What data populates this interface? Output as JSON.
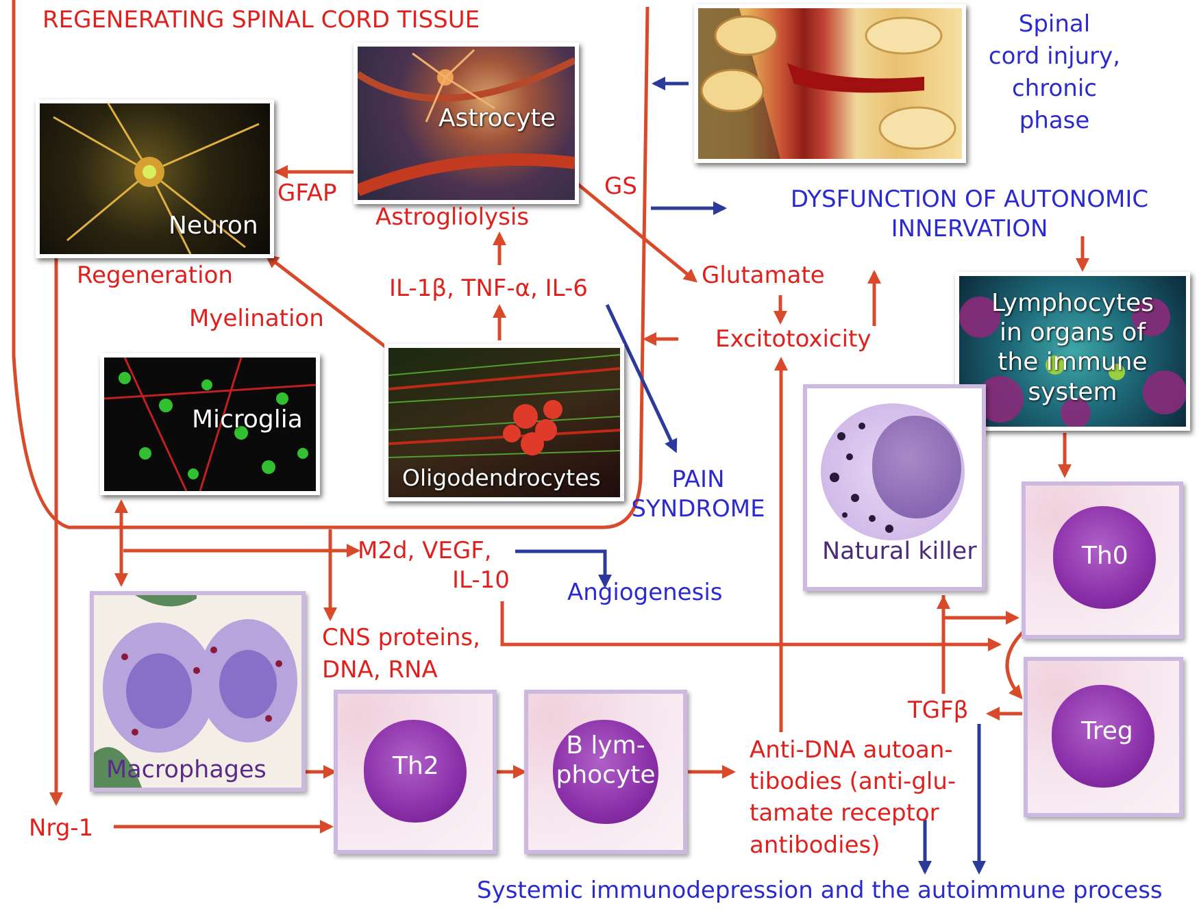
{
  "labels": {
    "regen_tissue": "REGENERATING SPINAL CORD TISSUE",
    "sci_chronic": [
      "Spinal",
      "cord injury,",
      "chronic",
      "phase"
    ],
    "gfap": "GFAP",
    "gs": "GS",
    "astrogliolysis": "Astrogliolysis",
    "dysfunction": [
      "DYSFUNCTION OF AUTONOMIC",
      "INNERVATION"
    ],
    "regeneration": "Regeneration",
    "cytokines": "IL-1β, TNF-α, IL-6",
    "glutamate": "Glutamate",
    "myelination": "Myelination",
    "excitotoxicity": "Excitotoxicity",
    "pain": [
      "PAIN",
      "SYNDROME"
    ],
    "m2d": [
      "M2d, VEGF,",
      "IL-10"
    ],
    "angiogenesis": "Angiogenesis",
    "cns_proteins": [
      "CNS proteins,",
      "DNA, RNA"
    ],
    "tgfb": "TGFβ",
    "anti_dna": [
      "Anti-DNA autoan-",
      "tibodies (anti-glu-",
      "tamate receptor",
      "antibodies)"
    ],
    "nrg1": "Nrg-1",
    "systemic": "Systemic immunodepression and the autoimmune process"
  },
  "cards": {
    "astrocyte": "Astrocyte",
    "neuron": "Neuron",
    "microglia": "Microglia",
    "oligodendrocytes": "Oligodendrocytes",
    "lymphocytes": [
      "Lymphocytes",
      "in organs of",
      "the immune",
      "system"
    ],
    "natural_killer": "Natural killer",
    "th0": "Th0",
    "treg": "Treg",
    "macrophages": "Macrophages",
    "th2": "Th2",
    "b_lymphocyte": [
      "B lym-",
      "phocyte"
    ]
  },
  "colors": {
    "red_arrow": "#d94a2a",
    "blue_arrow": "#2c3a9a",
    "red_text": "#e0201c",
    "blue_text": "#2a2ad0",
    "card_border_lilac": "#cdb8e0"
  }
}
